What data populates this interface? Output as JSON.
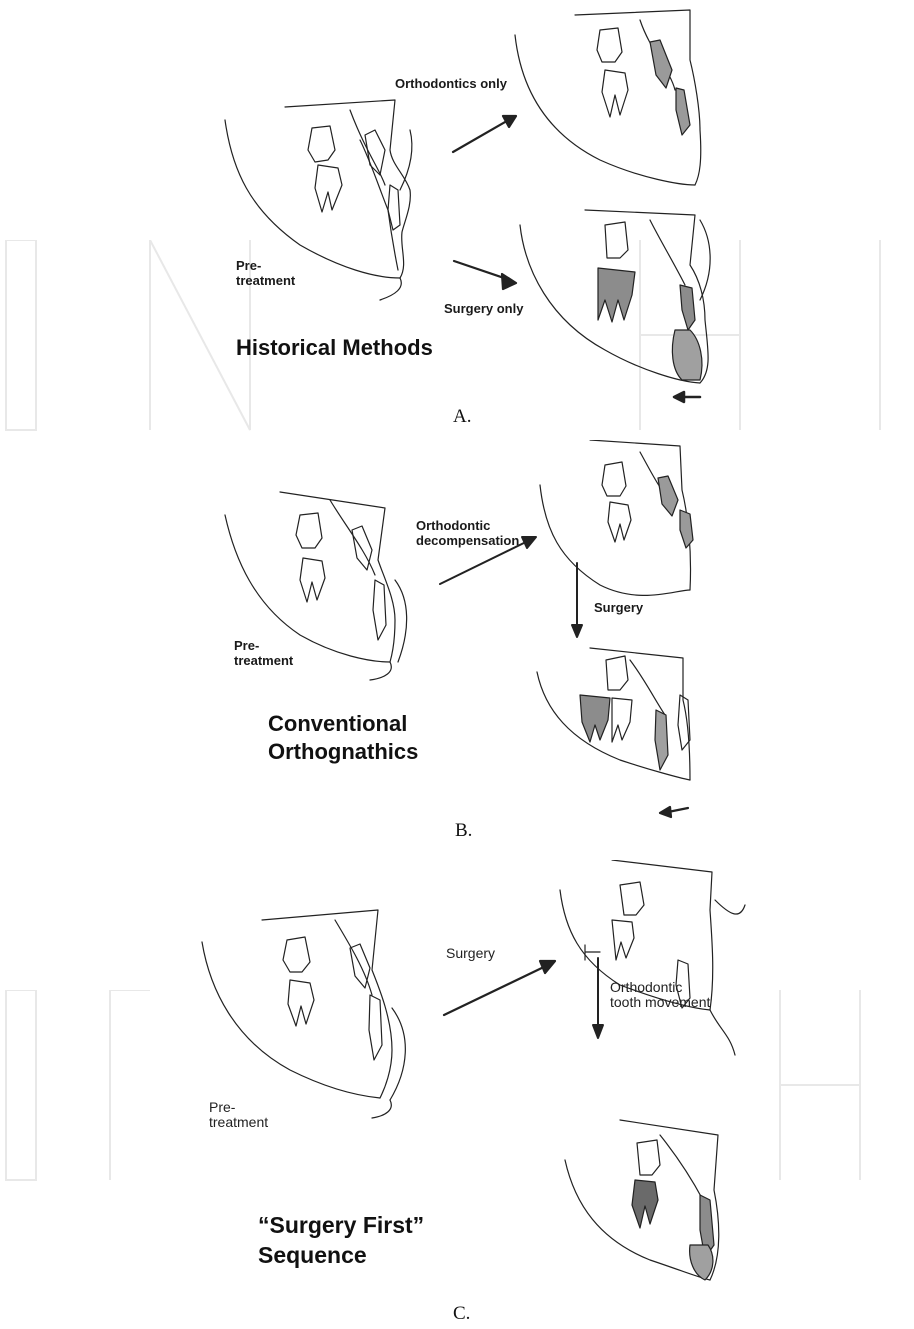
{
  "panel_a": {
    "orthodontics_only": "Orthodontics only",
    "pre_treatment": "Pre-\ntreatment",
    "surgery_only": "Surgery only",
    "heading": "Historical Methods",
    "letter": "A."
  },
  "panel_b": {
    "ortho_decompensation": "Orthodontic\ndecompensation",
    "surgery": "Surgery",
    "pre_treatment": "Pre-\ntreatment",
    "heading": "Conventional\nOrthognathics",
    "letter": "B."
  },
  "panel_c": {
    "surgery": "Surgery",
    "ortho_tooth_movement": "Orthodontic\ntooth movement",
    "pre_treatment": "Pre-\ntreatment",
    "heading": "“Surgery First”\nSequence",
    "letter": "C."
  },
  "colors": {
    "line": "#222222",
    "shade": "#8a8a8a",
    "watermark": "#e6e6e6"
  },
  "icons": [
    "mandible-profile",
    "molar-tooth",
    "incisor-tooth",
    "arrow"
  ]
}
